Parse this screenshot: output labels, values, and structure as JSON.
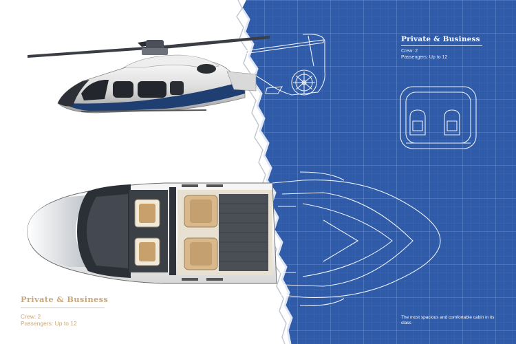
{
  "blueprint": {
    "title": "Private & Business",
    "crew": "Crew: 2",
    "passengers": "Passengers: Up to 12",
    "description": "The most spacious and comfortable cabin in its class"
  },
  "render": {
    "title": "Private & Business",
    "crew": "Crew: 2",
    "passengers": "Passengers: Up to 12"
  },
  "colors": {
    "blueprint_bg": "#2f5ba8",
    "grid_line": "#5f86cc",
    "accent_gold": "#c9a679",
    "fuselage_blue": "#1f3f73"
  }
}
